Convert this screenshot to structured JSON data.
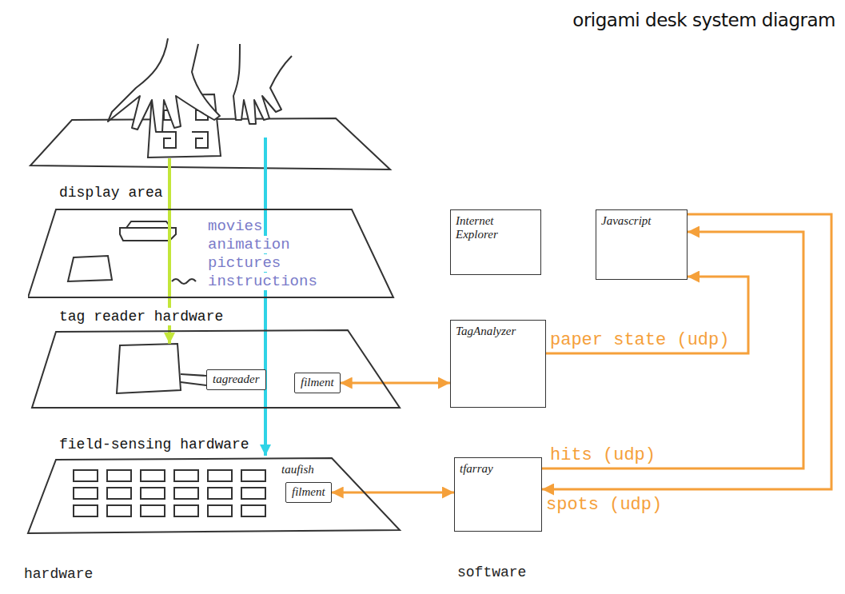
{
  "diagram": {
    "title": "origami desk system diagram",
    "nodes": [
      {
        "text": [
          "display area"
        ]
      },
      {
        "text": [
          "tag reader hardware"
        ]
      },
      {
        "text": [
          "tagreader"
        ],
        "in": 1
      },
      {
        "text": [
          "filment"
        ],
        "in": 1
      },
      {
        "text": [
          "field-sensing hardware",
          "taufish"
        ]
      },
      {
        "text": [
          "filment"
        ],
        "in": 4
      },
      {
        "text": [
          "Internet Explorer"
        ]
      },
      {
        "text": [
          "Javascript"
        ]
      },
      {
        "text": [
          "TagAnalyzer"
        ]
      },
      {
        "text": [
          "tfarray"
        ]
      }
    ],
    "edges": [
      {
        "from": 3,
        "to": 8,
        "arrow": "both"
      },
      {
        "from": 8,
        "to": 7,
        "label": "paper state (udp)",
        "arrow": "to"
      },
      {
        "from": 5,
        "to": 9,
        "arrow": "both"
      },
      {
        "from": 9,
        "to": 7,
        "label": "hits (udp)",
        "arrow": "to"
      },
      {
        "from": 7,
        "to": 9,
        "label": "spots (udp)",
        "arrow": "to"
      }
    ],
    "labels": [
      "movies animation pictures instructions",
      "hardware",
      "software"
    ]
  }
}
